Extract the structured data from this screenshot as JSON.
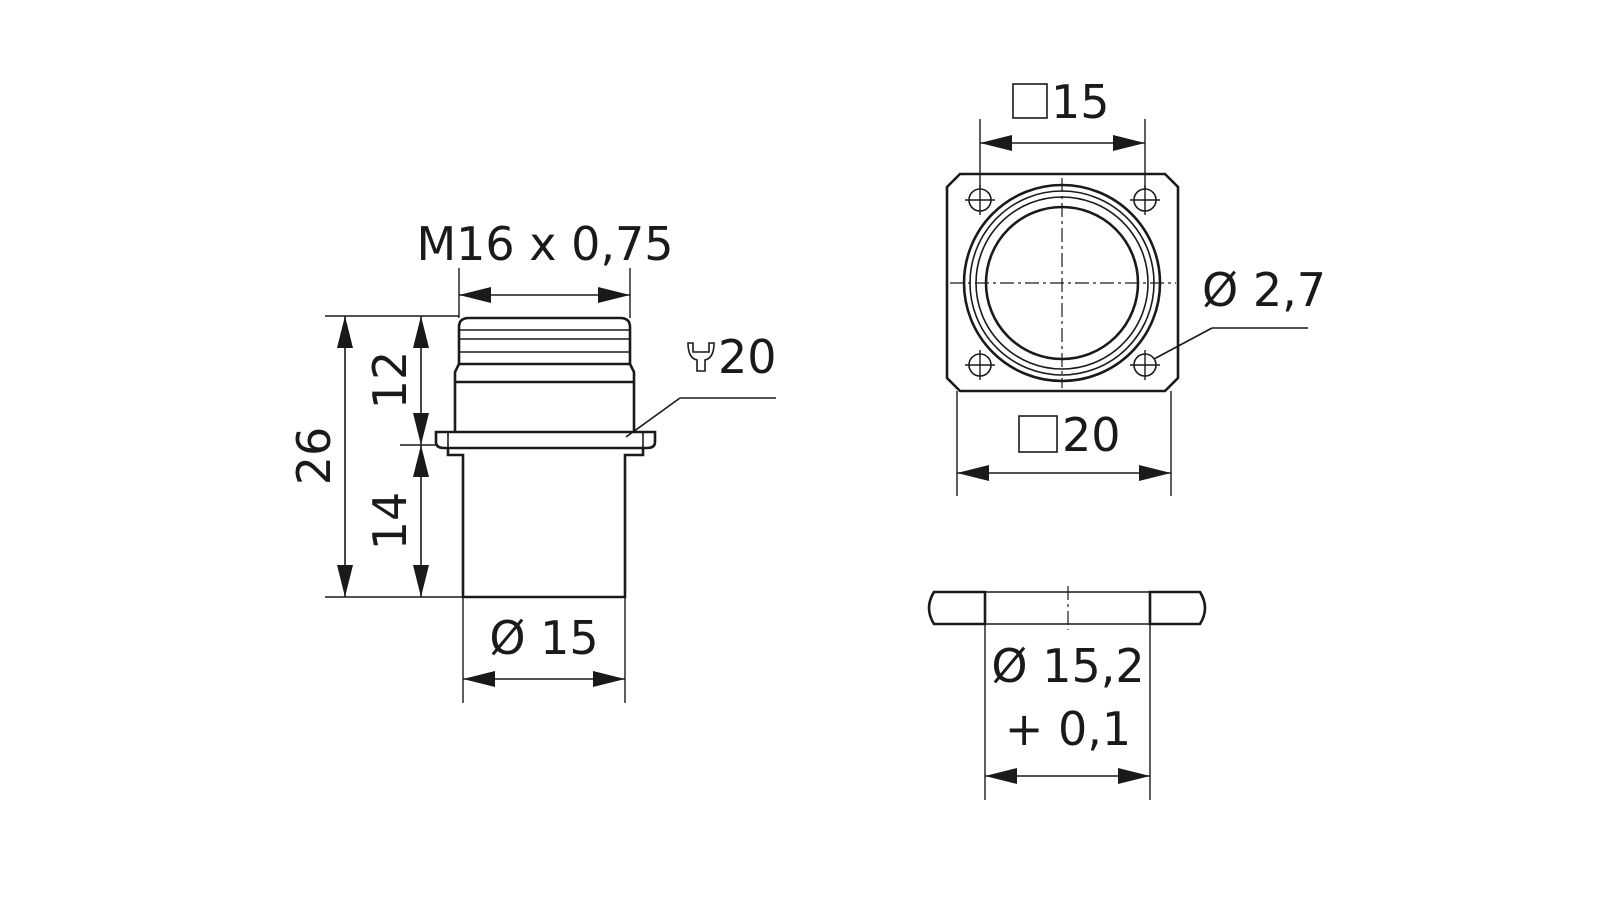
{
  "side_view": {
    "thread_label": "M16 x 0,75",
    "wrench_value": "20",
    "total_height": "26",
    "upper_height": "12",
    "lower_height": "14",
    "body_diameter": "Ø 15"
  },
  "front_view": {
    "inner_square": "15",
    "outer_square": "20",
    "hole_diameter": "Ø 2,7"
  },
  "cutout_view": {
    "diameter": "Ø 15,2",
    "tolerance": "+ 0,1"
  },
  "colors": {
    "line": "#1a1a1a",
    "background": "#ffffff"
  }
}
